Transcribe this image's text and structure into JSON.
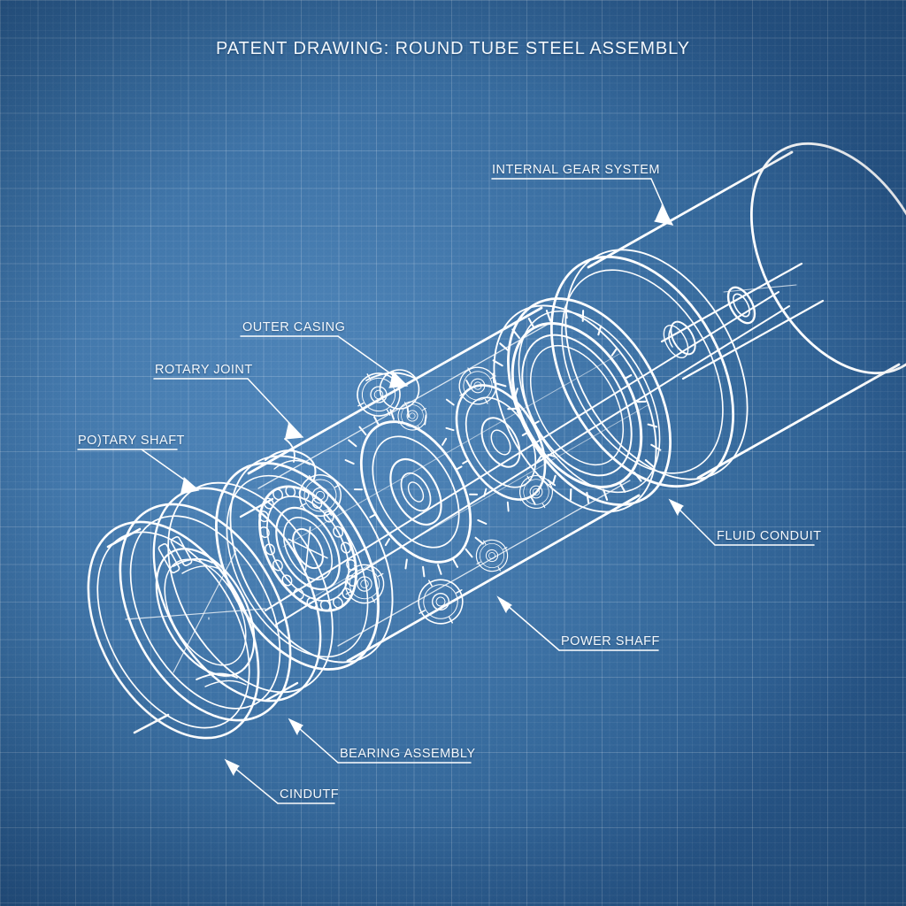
{
  "document": {
    "type": "patent-blueprint-drawing",
    "title": "PATENT DRAWING: ROUND TUBE STEEL ASSEMBLY",
    "background_color": "#3f74a8",
    "line_color": "#ffffff",
    "text_color": "#f4f8fc"
  },
  "callouts": [
    {
      "id": "internal-gear-system",
      "label": "INTERNAL GEAR SYSTEM"
    },
    {
      "id": "outer-casing",
      "label": "OUTER CASING"
    },
    {
      "id": "rotary-joint",
      "label": "ROTARY JOINT"
    },
    {
      "id": "rotary-shaft",
      "label": "PO)TARY SHAFT"
    },
    {
      "id": "fluid-conduit",
      "label": "FLUID CONDUIT"
    },
    {
      "id": "power-shaft",
      "label": "POWER SHAFF"
    },
    {
      "id": "bearing-assembly",
      "label": "BEARING ASSEMBLY"
    },
    {
      "id": "conduit",
      "label": "CINDUTF"
    }
  ]
}
